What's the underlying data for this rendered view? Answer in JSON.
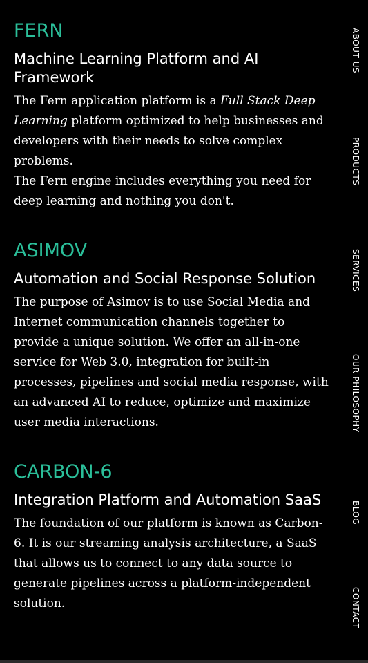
{
  "colors": {
    "background": "#000000",
    "accent": "#2bbf9a",
    "text": "#ffffff"
  },
  "nav": {
    "items": [
      {
        "label": "ABOUT US"
      },
      {
        "label": "PRODUCTS"
      },
      {
        "label": "SERVICES"
      },
      {
        "label": "OUR PHILOSOPHY"
      },
      {
        "label": "BLOG"
      },
      {
        "label": "CONTACT"
      }
    ]
  },
  "products": {
    "fern": {
      "name": "FERN",
      "subtitle": "Machine Learning Platform and AI Framework",
      "desc_part1": "The Fern application platform is a ",
      "desc_emphasis": "Full Stack Deep Learning",
      "desc_part2": " platform optimized to help businesses and developers with their needs to solve complex problems.",
      "desc_line2": "The Fern engine includes everything you need for deep learning and nothing you don't."
    },
    "asimov": {
      "name": "ASIMOV",
      "subtitle": "Automation and Social Response Solution",
      "description": "The purpose of Asimov is to use Social Media and Internet communication channels together to provide a unique solution. We offer an all-in-one service for Web 3.0, integration for built-in processes, pipelines and social media response, with an advanced AI to reduce, optimize and maximize user media interactions."
    },
    "carbon6": {
      "name": "CARBON-6",
      "subtitle": "Integration Platform and Automation SaaS",
      "description": "The foundation of our platform is known as Carbon-6. It is our streaming analysis architecture, a SaaS that allows us to connect to any data source to generate pipelines across a platform-independent solution."
    }
  }
}
